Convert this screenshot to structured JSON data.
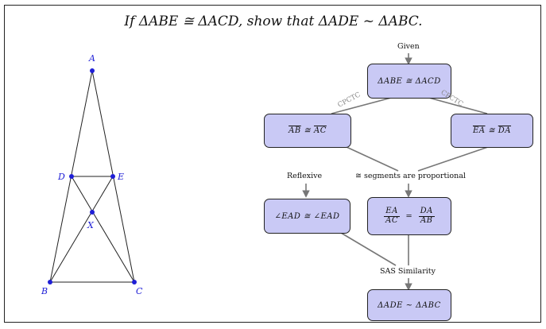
{
  "title": "If ΔABE ≅ ΔACD, show that ΔADE ~ ΔABC.",
  "figure": {
    "points": [
      "A",
      "D",
      "E",
      "X",
      "B",
      "C"
    ],
    "point_color": "#1f1fd6"
  },
  "flow": {
    "given_label": "Given",
    "box_given": "ΔABE ≅ ΔACD",
    "cpctc_left": "CPCTC",
    "cpctc_right": "CPCTC",
    "box_ab_ac": {
      "left": "AB",
      "op": "≅",
      "right": "AC"
    },
    "box_ea_da": {
      "left": "EA",
      "op": "≅",
      "right": "DA"
    },
    "reflexive_label": "Reflexive",
    "proportional_label": "≅ segments are proportional",
    "box_angle": "∠EAD ≅ ∠EAD",
    "box_ratio": {
      "num1": "EA",
      "den1": "AC",
      "eq": "=",
      "num2": "DA",
      "den2": "AB"
    },
    "sas_label": "SAS Similarity",
    "box_result": "ΔADE ~ ΔABC",
    "box_color": "#c9c9f5"
  }
}
